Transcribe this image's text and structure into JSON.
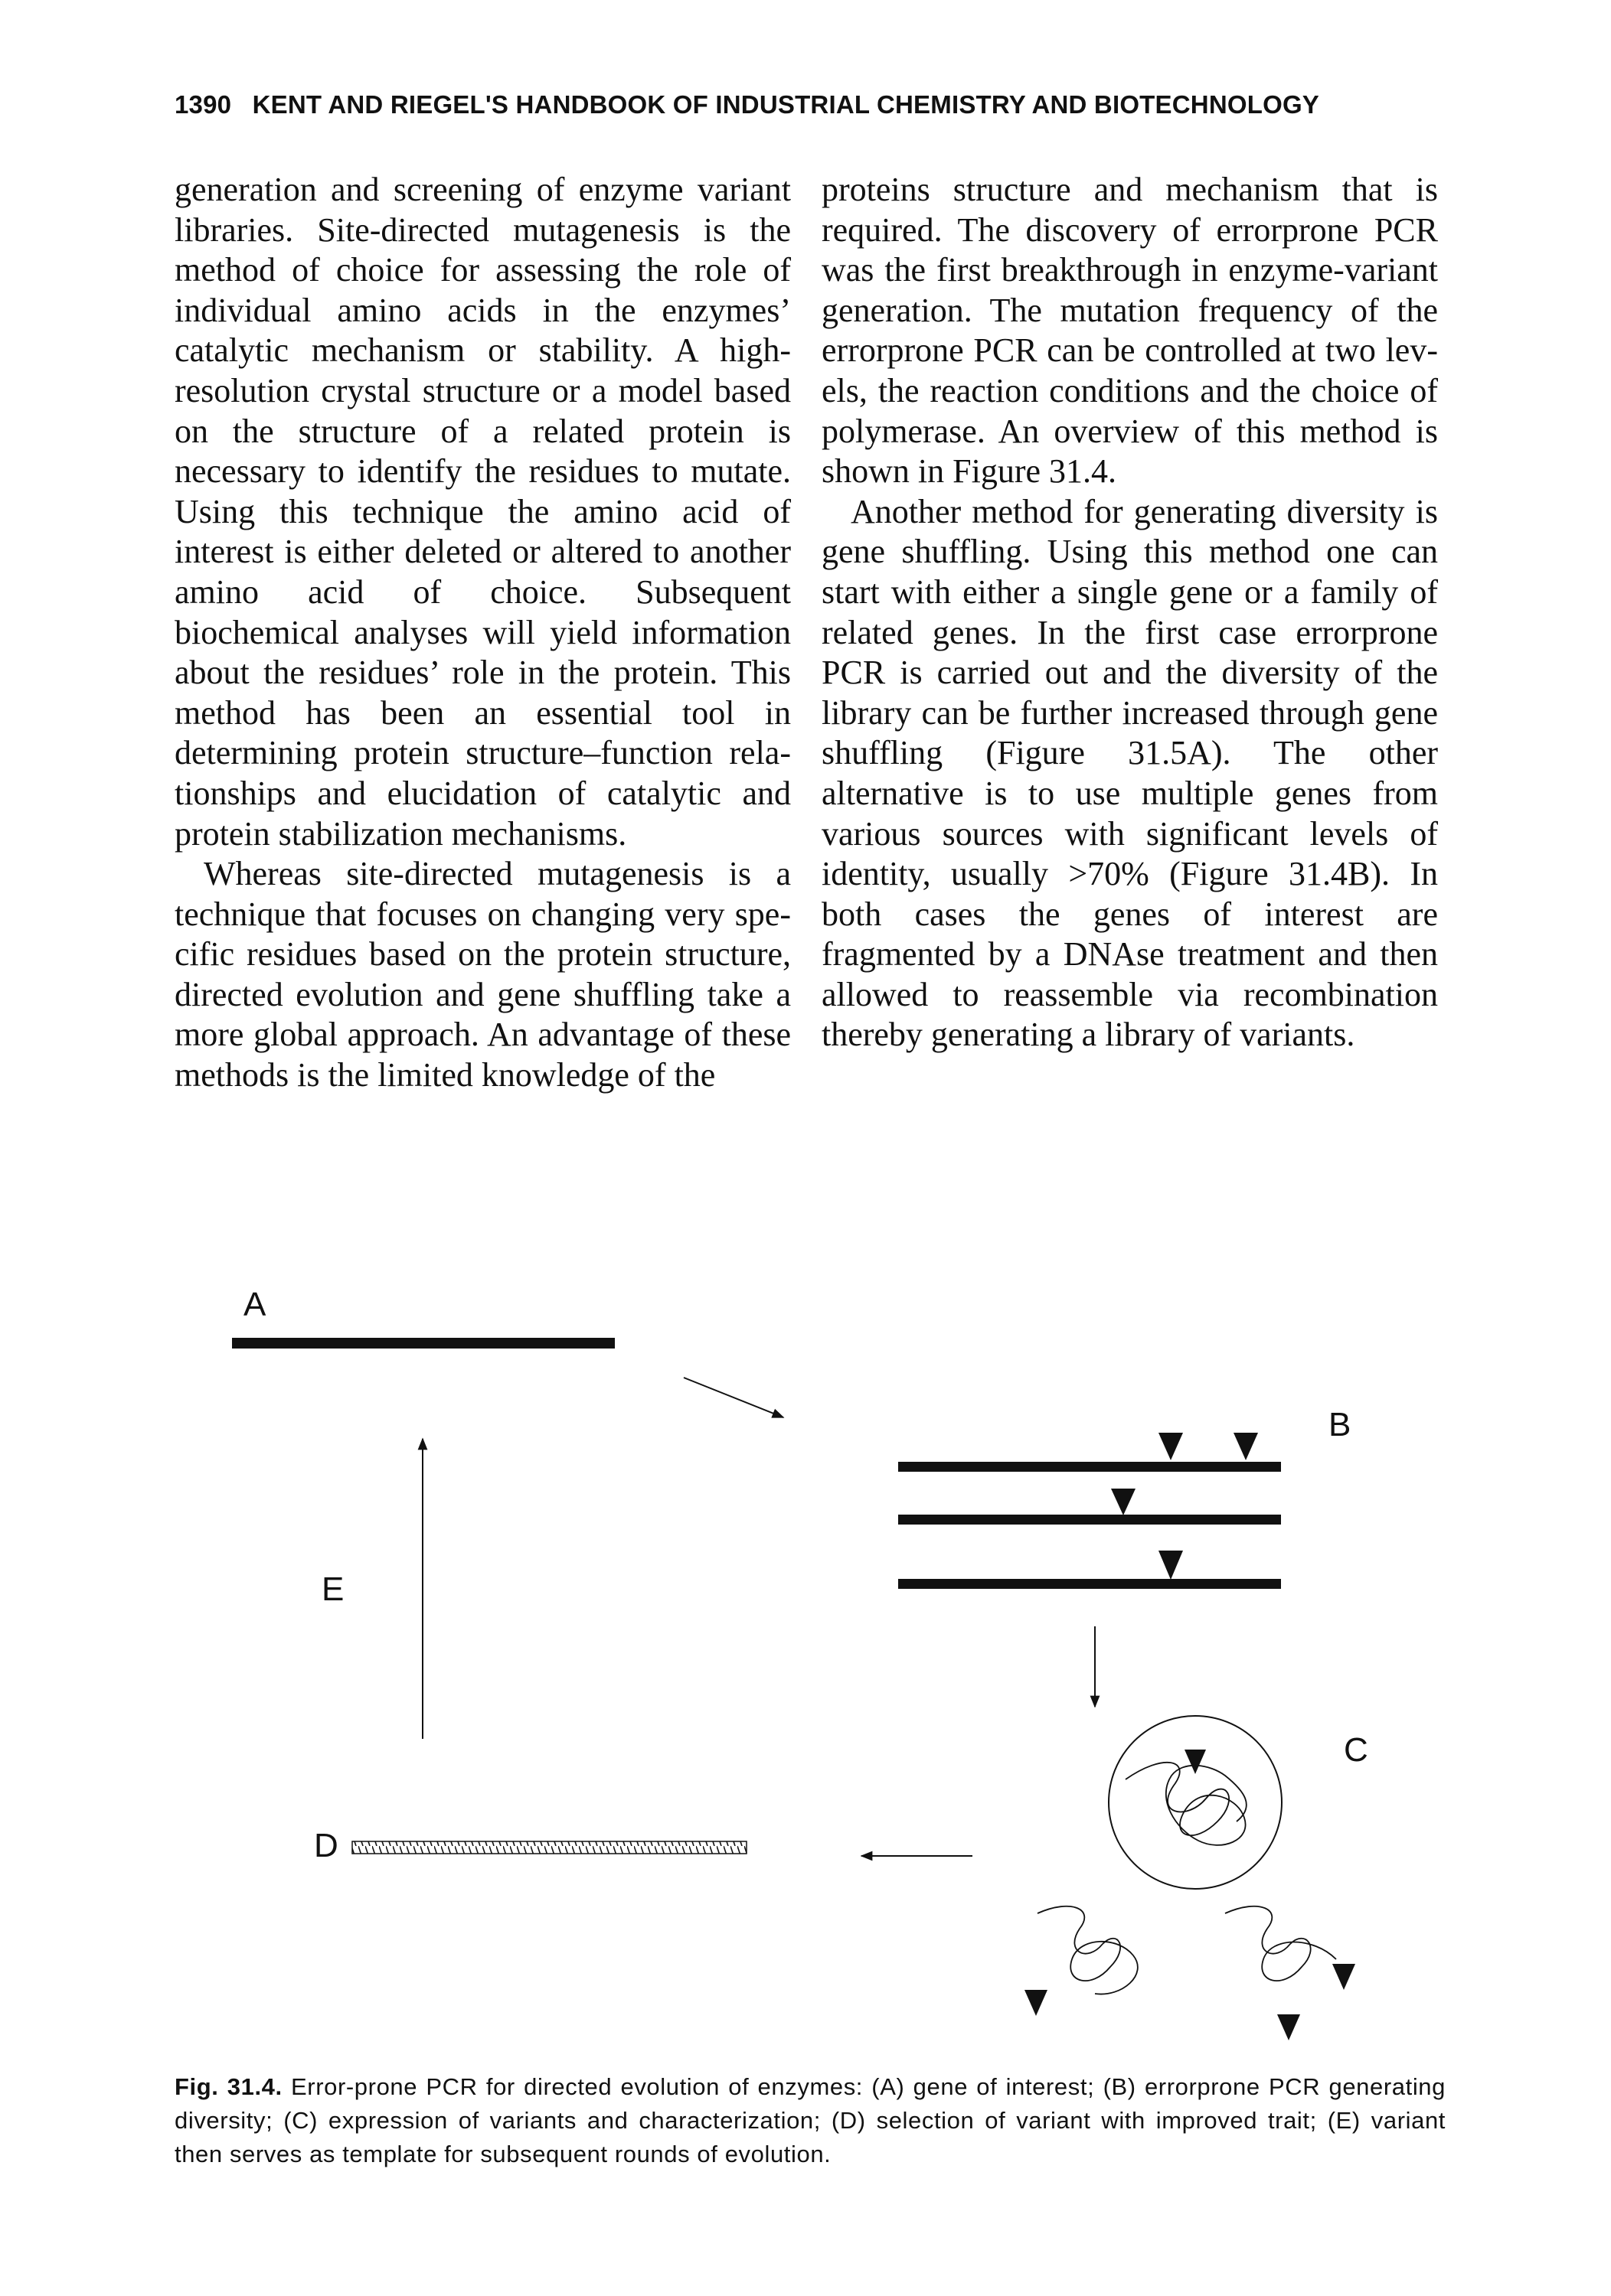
{
  "header": {
    "page_number": "1390",
    "running_title": "KENT AND RIEGEL'S HANDBOOK OF INDUSTRIAL CHEMISTRY AND BIOTECHNOLOGY"
  },
  "body": {
    "left_column": [
      "generation and screening of enzyme variant libraries. Site-directed mutagenesis is the method of choice for assessing the role of indi­vidual amino acids in the enzymes’ catalytic mechanism or stability. A high-resolution crys­tal structure or a model based on the structure of a related protein is necessary to identify the residues to mutate. Using this technique the amino acid of interest is either deleted or altered to another amino acid of choice. Subsequent biochemical analyses will yield information about the residues’ role in the pro­tein. This method has been an essential tool in determining protein structure–function rela­tionships and elucidation of catalytic and pro­tein stabilization mechanisms.",
      "Whereas site-directed mutagenesis is a technique that focuses on changing very spe­cific residues based on the protein structure, directed evolution and gene shuffling take a more global approach. An advantage of these methods is the limited knowledge of the"
    ],
    "right_column": [
      "proteins structure and mechanism that is required. The discovery of errorprone PCR was the first breakthrough in enzyme-variant generation. The mutation frequency of the errorprone PCR can be controlled at two lev­els, the reaction conditions and the choice of polymerase. An overview of this method is shown in Figure 31.4.",
      "Another method for generating diversity is gene shuffling. Using this method one can start with either a single gene or a family of related genes. In the first case errorprone PCR is carried out and the diversity of the library can be further increased through gene shuf­fling (Figure 31.5A). The other alternative is to use multiple genes from various sources with significant levels of identity, usually >70% (Figure 31.4B). In both cases the genes of interest are fragmented by a DNAse treatment and then allowed to reassemble via recombination thereby generating a library of variants."
    ]
  },
  "figure": {
    "labels": {
      "a": "A",
      "b": "B",
      "c": "C",
      "d": "D",
      "e": "E"
    },
    "caption_number": "Fig. 31.4.",
    "caption_text": "Error-prone PCR for directed evolution of enzymes: (A) gene of interest; (B) errorprone PCR generating diversity; (C) expression of variants and characterization; (D) selection of variant with improved trait; (E) variant then serves as template for subsequent rounds of evolution."
  }
}
